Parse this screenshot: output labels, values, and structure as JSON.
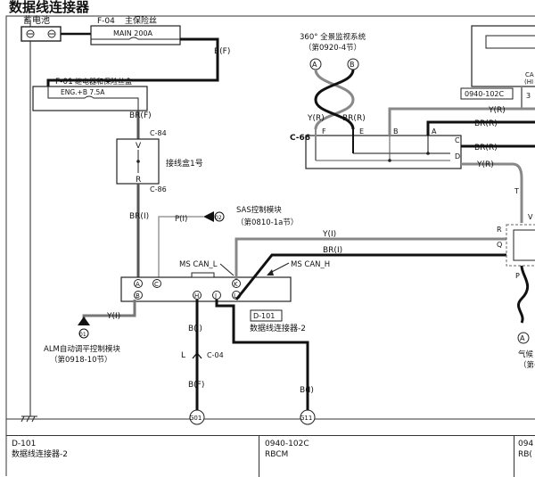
{
  "page": {
    "title": "数据线连接器"
  },
  "battery": {
    "label": "蓄电池"
  },
  "fuses": {
    "main": {
      "id": "F-04",
      "name": "主保险丝",
      "rating": "MAIN 200A"
    },
    "relay_box": {
      "id": "F-01",
      "name": "继电器和保险丝盒",
      "rating": "ENG.+B 7.5A"
    }
  },
  "junction": {
    "name": "接线盒1号",
    "pin_top": "V",
    "pin_bottom": "R",
    "conn_top": "C-84",
    "conn_bottom": "C-86"
  },
  "wires": {
    "bf_top": "B(F)",
    "brf": "BR(F)",
    "bri_left": "BR(I)",
    "pi": "P(I)",
    "yi_left": "Y(I)",
    "bi_h": "B(I)",
    "bf_bottom": "B(F)",
    "bi_j": "B(I)",
    "yi_mid": "Y(I)",
    "bri_mid": "BR(I)",
    "yr_a": "Y(R)",
    "brr_b": "BR(R)",
    "yr_top": "Y(R)",
    "brr_top": "BR(R)",
    "brr_c": "BR(R)",
    "yr_d": "Y(R)"
  },
  "connector_letters": {
    "L": "L",
    "C04": "C-04",
    "T": "T",
    "R": "R",
    "Q": "Q",
    "P": "P",
    "V": "V"
  },
  "pins": {
    "A": "A",
    "B": "B",
    "C": "C",
    "H": "H",
    "J": "J",
    "K": "K",
    "L": "L",
    "E": "E",
    "F": "F",
    "D": "D"
  },
  "sas": {
    "title": "SAS控制模块",
    "ref": "（第0810-1a节）",
    "num": "02"
  },
  "alm": {
    "title": "ALM自动调平控制模块",
    "ref": "（第0918-10节）",
    "num": "01"
  },
  "cam": {
    "title": "360° 全景监视系统",
    "ref": "（第0920-4节）",
    "pin_a": "A",
    "pin_b": "B"
  },
  "airbag": {
    "pin": "A",
    "text1": "气候",
    "text2": "（第("
  },
  "mscan": {
    "low": "MS CAN_L",
    "high": "MS CAN_H"
  },
  "dlc": {
    "id": "D-101",
    "name": "数据线连接器-2"
  },
  "c66": {
    "id": "C-66"
  },
  "rbcm": {
    "id": "0940-102C",
    "side_num": "3",
    "ca_text1": "CA",
    "ca_text2": "(HI"
  },
  "grounds": {
    "g1": "G01",
    "g2": "G11"
  },
  "footer": {
    "c1_id": "D-101",
    "c1_name": "数据线连接器-2",
    "c2_id": "0940-102C",
    "c2_name": "RBCM",
    "c3_id": "094",
    "c3_name": "RB("
  }
}
